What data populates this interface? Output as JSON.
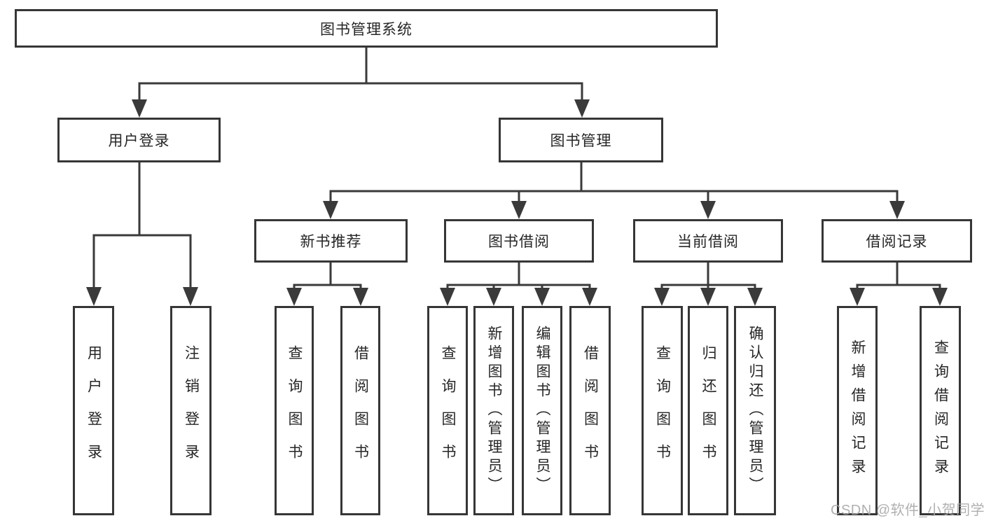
{
  "diagram": {
    "root": {
      "label": "图书管理系统",
      "children": [
        {
          "label": "用户登录",
          "children": [
            {
              "label": "用户登录"
            },
            {
              "label": "注销登录"
            }
          ]
        },
        {
          "label": "图书管理",
          "children": [
            {
              "label": "新书推荐",
              "children": [
                {
                  "label": "查询图书"
                },
                {
                  "label": "借阅图书"
                }
              ]
            },
            {
              "label": "图书借阅",
              "children": [
                {
                  "label": "查询图书"
                },
                {
                  "label": "新增图书（管理员）"
                },
                {
                  "label": "编辑图书（管理员）"
                },
                {
                  "label": "借阅图书"
                }
              ]
            },
            {
              "label": "当前借阅",
              "children": [
                {
                  "label": "查询图书"
                },
                {
                  "label": "归还图书"
                },
                {
                  "label": "确认归还（管理员）"
                }
              ]
            },
            {
              "label": "借阅记录",
              "children": [
                {
                  "label": "新增借阅记录"
                },
                {
                  "label": "查询借阅记录"
                }
              ]
            }
          ]
        }
      ]
    }
  },
  "watermark": {
    "text": "CSDN @软件_小贺同学"
  },
  "colors": {
    "line": "#3a3a3a",
    "box_border": "#363636",
    "text": "#262626",
    "watermark": "#a8a8a8",
    "background": "#ffffff"
  }
}
